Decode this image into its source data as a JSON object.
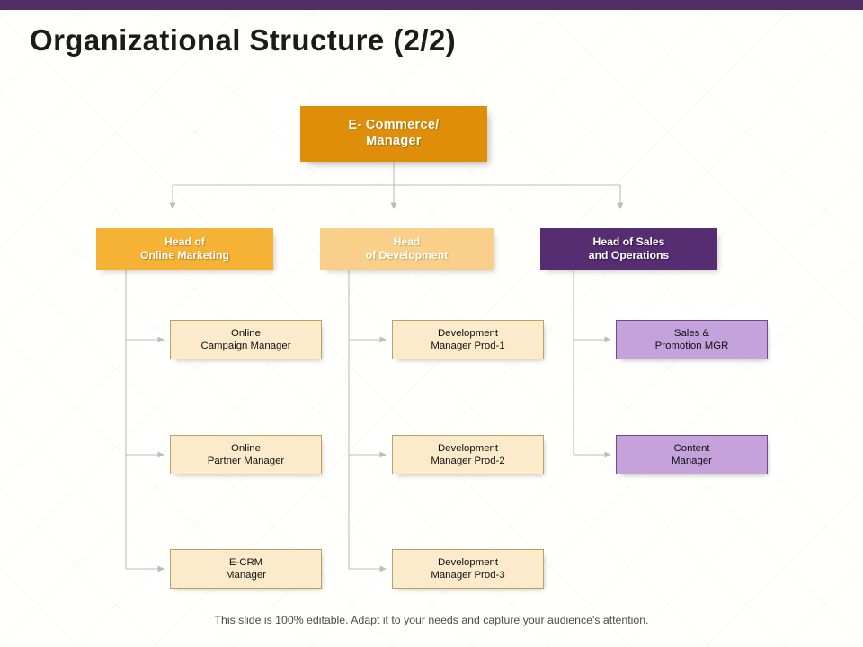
{
  "slide": {
    "title": "Organizational Structure (2/2)",
    "footer": "This slide is 100% editable. Adapt it to your needs and capture your audience's attention.",
    "top_bar_color": "#532F68"
  },
  "colors": {
    "root_box": "#DE8E08",
    "head_marketing": "#F5B234",
    "head_development": "#FACF89",
    "head_sales": "#562D70",
    "leaf_cream": "#FCEBCB",
    "leaf_cream_border": "#B8A262",
    "leaf_purple": "#C5A2DB",
    "leaf_purple_border": "#6B4A86",
    "connector": "#BDBDBD"
  },
  "org": {
    "root": {
      "line1": "E- Commerce/",
      "line2": "Manager"
    },
    "branches": [
      {
        "head": {
          "line1": "Head of",
          "line2": "Online Marketing"
        },
        "reports": [
          {
            "line1": "Online",
            "line2": "Campaign Manager"
          },
          {
            "line1": "Online",
            "line2": "Partner Manager"
          },
          {
            "line1": "E-CRM",
            "line2": "Manager"
          }
        ]
      },
      {
        "head": {
          "line1": "Head",
          "line2": "of Development"
        },
        "reports": [
          {
            "line1": "Development",
            "line2": "Manager Prod-1"
          },
          {
            "line1": "Development",
            "line2": "Manager Prod-2"
          },
          {
            "line1": "Development",
            "line2": "Manager Prod-3"
          }
        ]
      },
      {
        "head": {
          "line1": "Head of Sales",
          "line2": "and Operations"
        },
        "reports": [
          {
            "line1": "Sales &",
            "line2": "Promotion MGR"
          },
          {
            "line1": "Content",
            "line2": "Manager"
          }
        ]
      }
    ]
  }
}
